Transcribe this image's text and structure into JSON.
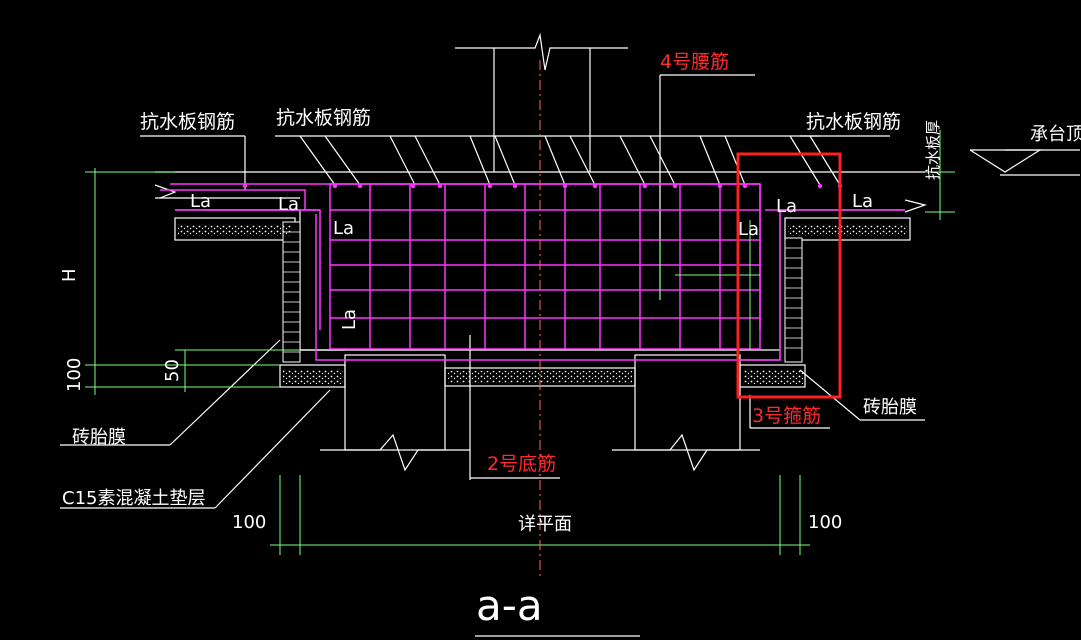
{
  "labels": {
    "anti_water_left": "抗水板钢筋",
    "anti_water_mid": "抗水板钢筋",
    "anti_water_right": "抗水板钢筋",
    "anti_water_thk": "抗水板厚",
    "cap_top": "承台顶",
    "waist_bar": "4号腰筋",
    "bottom_bar": "2号底筋",
    "stirrup": "3号箍筋",
    "brick_membrane_left": "砖胎膜",
    "brick_membrane_right": "砖胎膜",
    "c15_cushion": "C15素混凝土垫层",
    "dim_h": "H",
    "dim_100_left_v": "100",
    "dim_50": "50",
    "dim_100_bottom_left": "100",
    "dim_100_bottom_right": "100",
    "detail_plan": "详平面",
    "section_title": "a-a"
  },
  "la_labels": [
    "La",
    "La",
    "La",
    "La",
    "La",
    "La",
    "La"
  ],
  "colors": {
    "background": "#000000",
    "rebar": "#ff33ff",
    "dimension": "#7dff7d",
    "outline": "#ffffff",
    "highlight_box": "#ff2020",
    "center_line": "#ff6666"
  }
}
